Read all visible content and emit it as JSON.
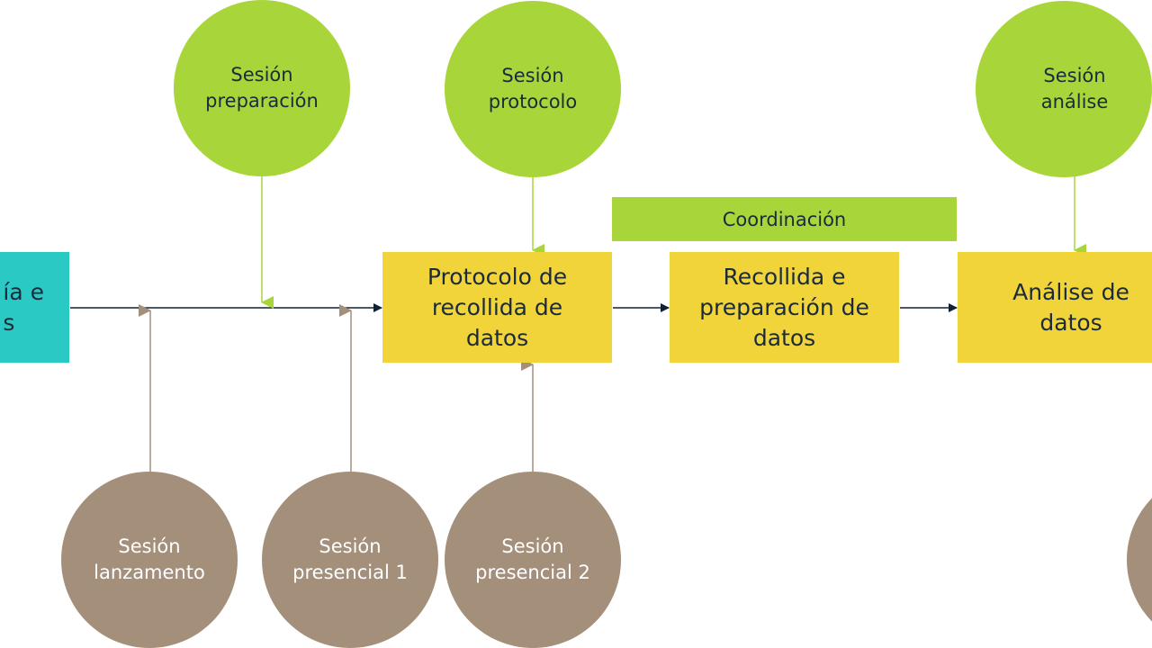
{
  "top_sessions": [
    {
      "label": "Sesión\npreparación"
    },
    {
      "label": "Sesión\nprotocolo"
    },
    {
      "label": "Sesión\nanálise"
    }
  ],
  "bottom_sessions": [
    {
      "label": "Sesión\nlanzamento"
    },
    {
      "label": "Sesión\npresencial 1"
    },
    {
      "label": "Sesión\npresencial 2"
    }
  ],
  "steps": {
    "first_partial": "ía e\ns",
    "protocol": "Protocolo de\nrecollida de\ndatos",
    "collection": "Recollida e\npreparación de\ndatos",
    "analysis": "Análise de\ndatos"
  },
  "coordination": "Coordinación",
  "colors": {
    "green": "#a8d63a",
    "yellow": "#f0d43a",
    "cyan": "#2ac9c4",
    "brown": "#a48f7b",
    "line": "#0f2136"
  }
}
